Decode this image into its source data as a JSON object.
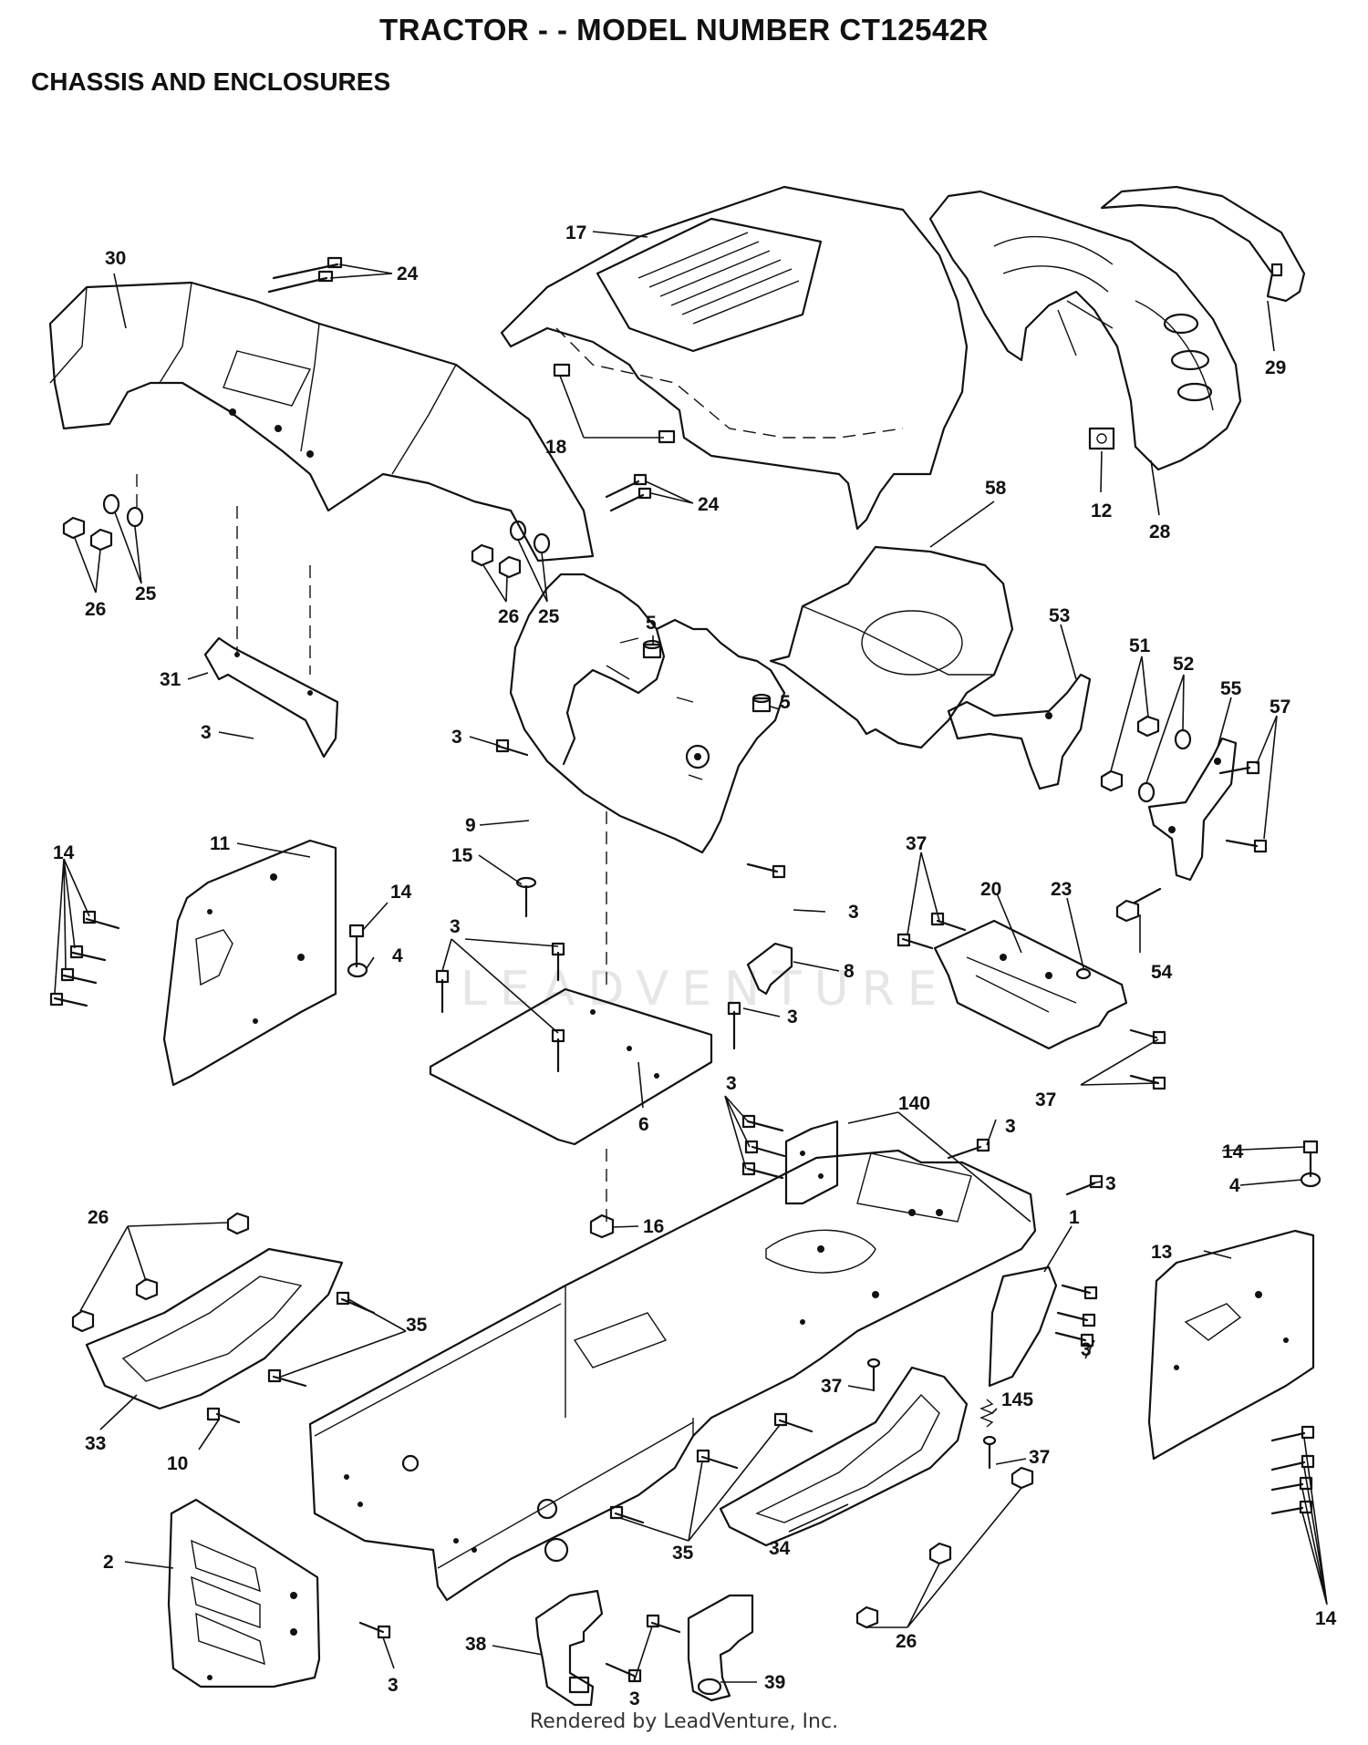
{
  "header": {
    "title": "TRACTOR - - MODEL NUMBER CT12542R",
    "section": "CHASSIS AND ENCLOSURES"
  },
  "watermark": "LEADVENTURE",
  "footer": "Rendered by LeadVenture, Inc.",
  "callouts": [
    {
      "id": "c30",
      "label": "30"
    },
    {
      "id": "c24a",
      "label": "24"
    },
    {
      "id": "c17",
      "label": "17"
    },
    {
      "id": "c29",
      "label": "29"
    },
    {
      "id": "c18",
      "label": "18"
    },
    {
      "id": "c24b",
      "label": "24"
    },
    {
      "id": "c12",
      "label": "12"
    },
    {
      "id": "c28",
      "label": "28"
    },
    {
      "id": "c25a",
      "label": "25"
    },
    {
      "id": "c26a",
      "label": "26"
    },
    {
      "id": "c58",
      "label": "58"
    },
    {
      "id": "c26b",
      "label": "26"
    },
    {
      "id": "c25b",
      "label": "25"
    },
    {
      "id": "c5a",
      "label": "5"
    },
    {
      "id": "c53",
      "label": "53"
    },
    {
      "id": "c51",
      "label": "51"
    },
    {
      "id": "c52",
      "label": "52"
    },
    {
      "id": "c55",
      "label": "55"
    },
    {
      "id": "c57",
      "label": "57"
    },
    {
      "id": "c31",
      "label": "31"
    },
    {
      "id": "c5b",
      "label": "5"
    },
    {
      "id": "c3a",
      "label": "3"
    },
    {
      "id": "c3b",
      "label": "3"
    },
    {
      "id": "c9",
      "label": "9"
    },
    {
      "id": "c37a",
      "label": "37"
    },
    {
      "id": "c15",
      "label": "15"
    },
    {
      "id": "c11",
      "label": "11"
    },
    {
      "id": "c14a",
      "label": "14"
    },
    {
      "id": "c14b",
      "label": "14"
    },
    {
      "id": "c3c",
      "label": "3"
    },
    {
      "id": "c20",
      "label": "20"
    },
    {
      "id": "c23",
      "label": "23"
    },
    {
      "id": "c4a",
      "label": "4"
    },
    {
      "id": "c3d",
      "label": "3"
    },
    {
      "id": "c8",
      "label": "8"
    },
    {
      "id": "c54",
      "label": "54"
    },
    {
      "id": "c3e",
      "label": "3"
    },
    {
      "id": "c37b",
      "label": "37"
    },
    {
      "id": "c3f",
      "label": "3"
    },
    {
      "id": "c140",
      "label": "140"
    },
    {
      "id": "c3g",
      "label": "3"
    },
    {
      "id": "c6",
      "label": "6"
    },
    {
      "id": "c14c",
      "label": "14"
    },
    {
      "id": "c3h",
      "label": "3"
    },
    {
      "id": "c4b",
      "label": "4"
    },
    {
      "id": "c16",
      "label": "16"
    },
    {
      "id": "c1",
      "label": "1"
    },
    {
      "id": "c26c",
      "label": "26"
    },
    {
      "id": "c13",
      "label": "13"
    },
    {
      "id": "c35a",
      "label": "35"
    },
    {
      "id": "c3i",
      "label": "3"
    },
    {
      "id": "c37c",
      "label": "37"
    },
    {
      "id": "c145",
      "label": "145"
    },
    {
      "id": "c33",
      "label": "33"
    },
    {
      "id": "c10",
      "label": "10"
    },
    {
      "id": "c37d",
      "label": "37"
    },
    {
      "id": "c2",
      "label": "2"
    },
    {
      "id": "c35b",
      "label": "35"
    },
    {
      "id": "c34",
      "label": "34"
    },
    {
      "id": "c14d",
      "label": "14"
    },
    {
      "id": "c38",
      "label": "38"
    },
    {
      "id": "c26d",
      "label": "26"
    },
    {
      "id": "c3j",
      "label": "3"
    },
    {
      "id": "c39",
      "label": "39"
    },
    {
      "id": "c3k",
      "label": "3"
    }
  ]
}
